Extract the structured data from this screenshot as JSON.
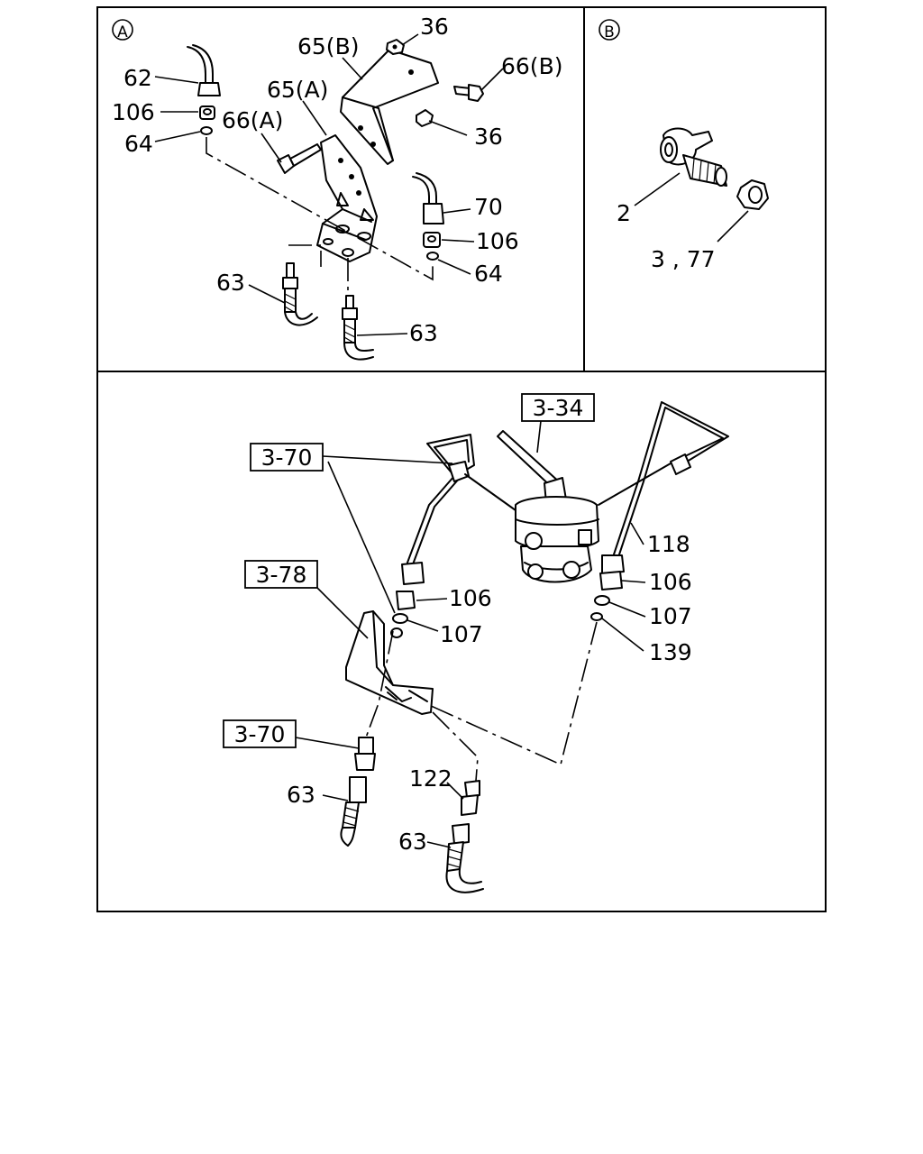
{
  "sections": {
    "a": {
      "marker": "A"
    },
    "b": {
      "marker": "B"
    }
  },
  "callouts_a": {
    "c62": "62",
    "c106": "106",
    "c64": "64",
    "c65b": "65(B)",
    "c36_top": "36",
    "c66b": "66(B)",
    "c65a": "65(A)",
    "c66a": "66(A)",
    "c36_mid": "36",
    "c70": "70",
    "c106_r": "106",
    "c64_r": "64",
    "c63_left": "63",
    "c63_right": "63"
  },
  "callouts_b": {
    "c2": "2",
    "c3_77": "3 , 77"
  },
  "callouts_main": {
    "ref_3_34": "3-34",
    "ref_3_70_top": "3-70",
    "ref_3_78": "3-78",
    "ref_3_70_bottom": "3-70",
    "c118": "118",
    "c106_right": "106",
    "c107_right": "107",
    "c139": "139",
    "c106_left": "106",
    "c107_left": "107",
    "c63_left": "63",
    "c122": "122",
    "c63_center": "63"
  }
}
